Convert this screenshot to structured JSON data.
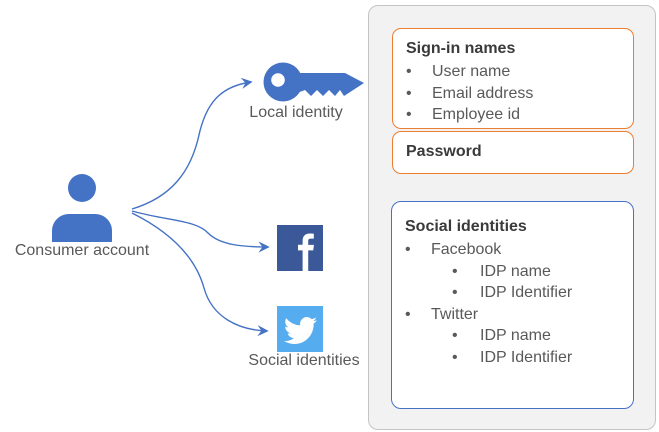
{
  "diagram": {
    "consumer_account_label": "Consumer account",
    "local_identity_label": "Local identity",
    "social_identities_label": "Social identities",
    "icons": {
      "person": "person-icon",
      "key": "key-icon",
      "facebook": "facebook-icon",
      "twitter": "twitter-icon",
      "arrows": "curved-connector-arrows"
    }
  },
  "panel": {
    "bullet": "•",
    "signin_names": {
      "title": "Sign-in names",
      "items": [
        "User name",
        "Email address",
        "Employee id"
      ]
    },
    "password": {
      "title": "Password"
    },
    "social_identities": {
      "title": "Social identities",
      "providers": [
        {
          "name": "Facebook",
          "attributes": [
            "IDP name",
            "IDP Identifier"
          ]
        },
        {
          "name": "Twitter",
          "attributes": [
            "IDP name",
            "IDP Identifier"
          ]
        }
      ]
    }
  },
  "colors": {
    "accent_blue": "#4472C4",
    "orange_border": "#ED7D31",
    "facebook_blue": "#3B5998",
    "twitter_blue": "#55ACEE",
    "panel_background": "#F2F2F2",
    "panel_border": "#C4C4C4",
    "title_text": "#3A3A3A",
    "body_text": "#595959"
  }
}
